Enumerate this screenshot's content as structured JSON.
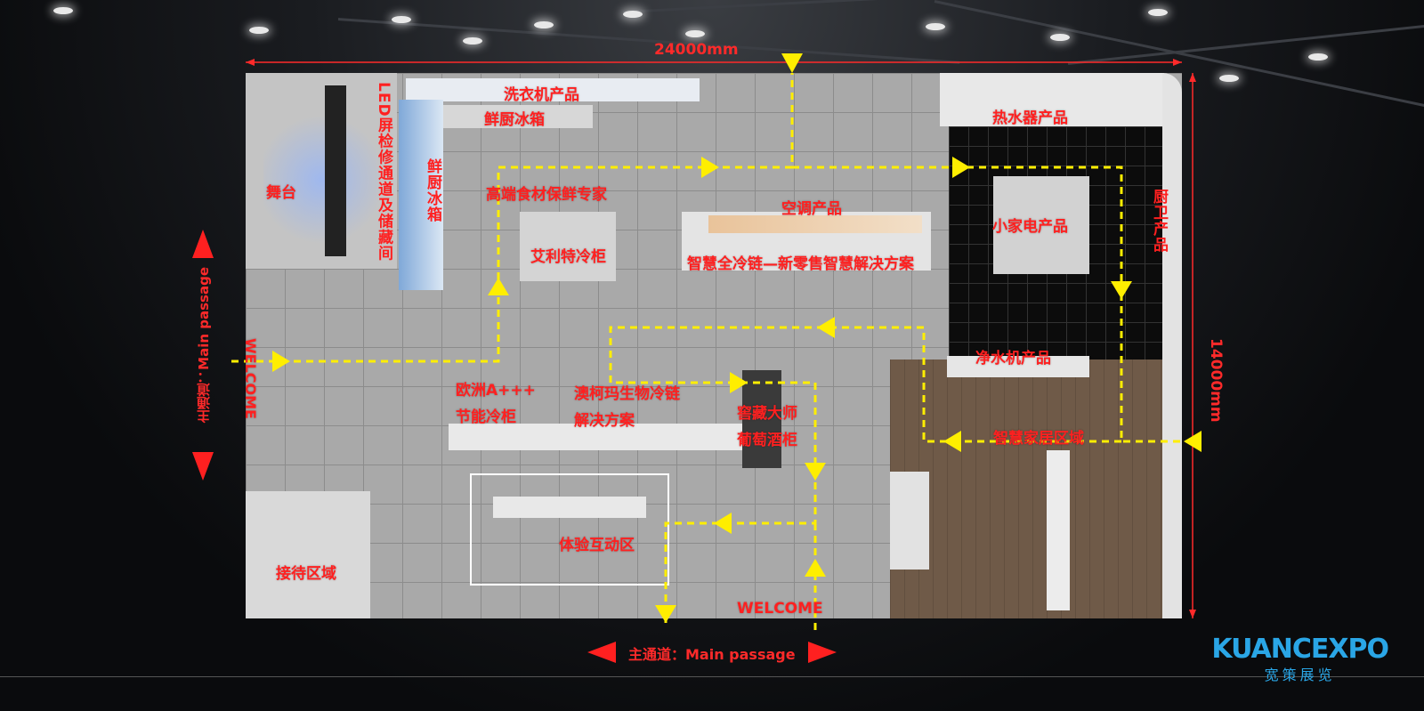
{
  "dimensions": {
    "width_label": "24000mm",
    "height_label": "14000mm"
  },
  "passage": {
    "left_label": "主通道：Main passage",
    "bottom_label": "主通道：Main passage"
  },
  "welcome": {
    "left": "WELCOME",
    "bottom": "WELCOME"
  },
  "zones": {
    "stage": "舞台",
    "led": "LED屏检修通道及储藏间",
    "washer": "洗衣机产品",
    "fridge_top": "鲜厨冰箱",
    "fridge_side": "鲜厨冰箱",
    "fresh": "高端食材保鲜专家",
    "wenli": "艾利特冷柜",
    "aircon": "空调产品",
    "coldchain": "智慧全冷链—新零售智慧解决方案",
    "heater": "热水器产品",
    "small_appliance": "小家电产品",
    "kitchen": "厨卫产品",
    "water_purifier": "净水机产品",
    "smart_home": "智慧家居区域",
    "europe_line1": "欧洲A+++",
    "europe_line2": "节能冷柜",
    "aucma_line1": "澳柯玛生物冷链",
    "aucma_line2": "解决方案",
    "wine_line1": "窖藏大师",
    "wine_line2": "葡萄酒柜",
    "experience": "体验互动区",
    "reception": "接待区域"
  },
  "logo": {
    "main": "KUANCEXPO",
    "sub": "宽策展览"
  },
  "colors": {
    "label": "#ff2020",
    "route": "#ffee00",
    "dimension": "#ff2a2a",
    "logo": "#2aa6e6"
  }
}
